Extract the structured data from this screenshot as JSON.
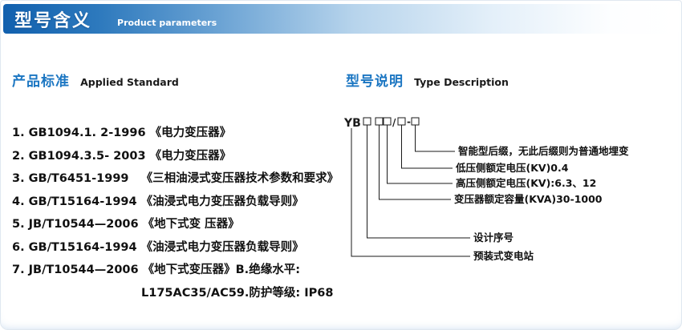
{
  "header": {
    "title": "型号含义",
    "subtitle": "Product parameters"
  },
  "applied_standard": {
    "heading": "产品标准",
    "heading_en": "Applied Standard",
    "items": [
      "1. GB1094.1. 2-1996 《电力变压器》",
      "2. GB1094.3.5- 2003 《电力变压器》",
      "3. GB/T6451-1999   《三相油浸式变压器技术参数和要求》",
      "4. GB/T15164-1994 《油浸式电力变压器负载导则》",
      "5. JB/T10544—2006 《地下式变 压器》",
      "6. GB/T15164-1994 《油浸式电力变压器负载导则》",
      "7. JB/T10544—2006 《地下式变压器》B.绝缘水平:"
    ],
    "continuation": "L175AC35/AC59.防护等级: IP68"
  },
  "type_description": {
    "heading": "型号说明",
    "heading_en": "Type Description",
    "code_prefix": "YB",
    "slash": "/",
    "dash": "-",
    "labels": [
      "智能型后缀，无此后缀则为普通地埋变",
      "低压侧额定电压(KV)0.4",
      "高压侧额定电压(KV):6.3、12",
      "变压器额定容量(KVA)30-1000",
      "设计序号",
      "预装式变电站"
    ]
  },
  "colors": {
    "accent_blue": "#1b76c2",
    "banner_dark_blue": "#1160ae"
  }
}
